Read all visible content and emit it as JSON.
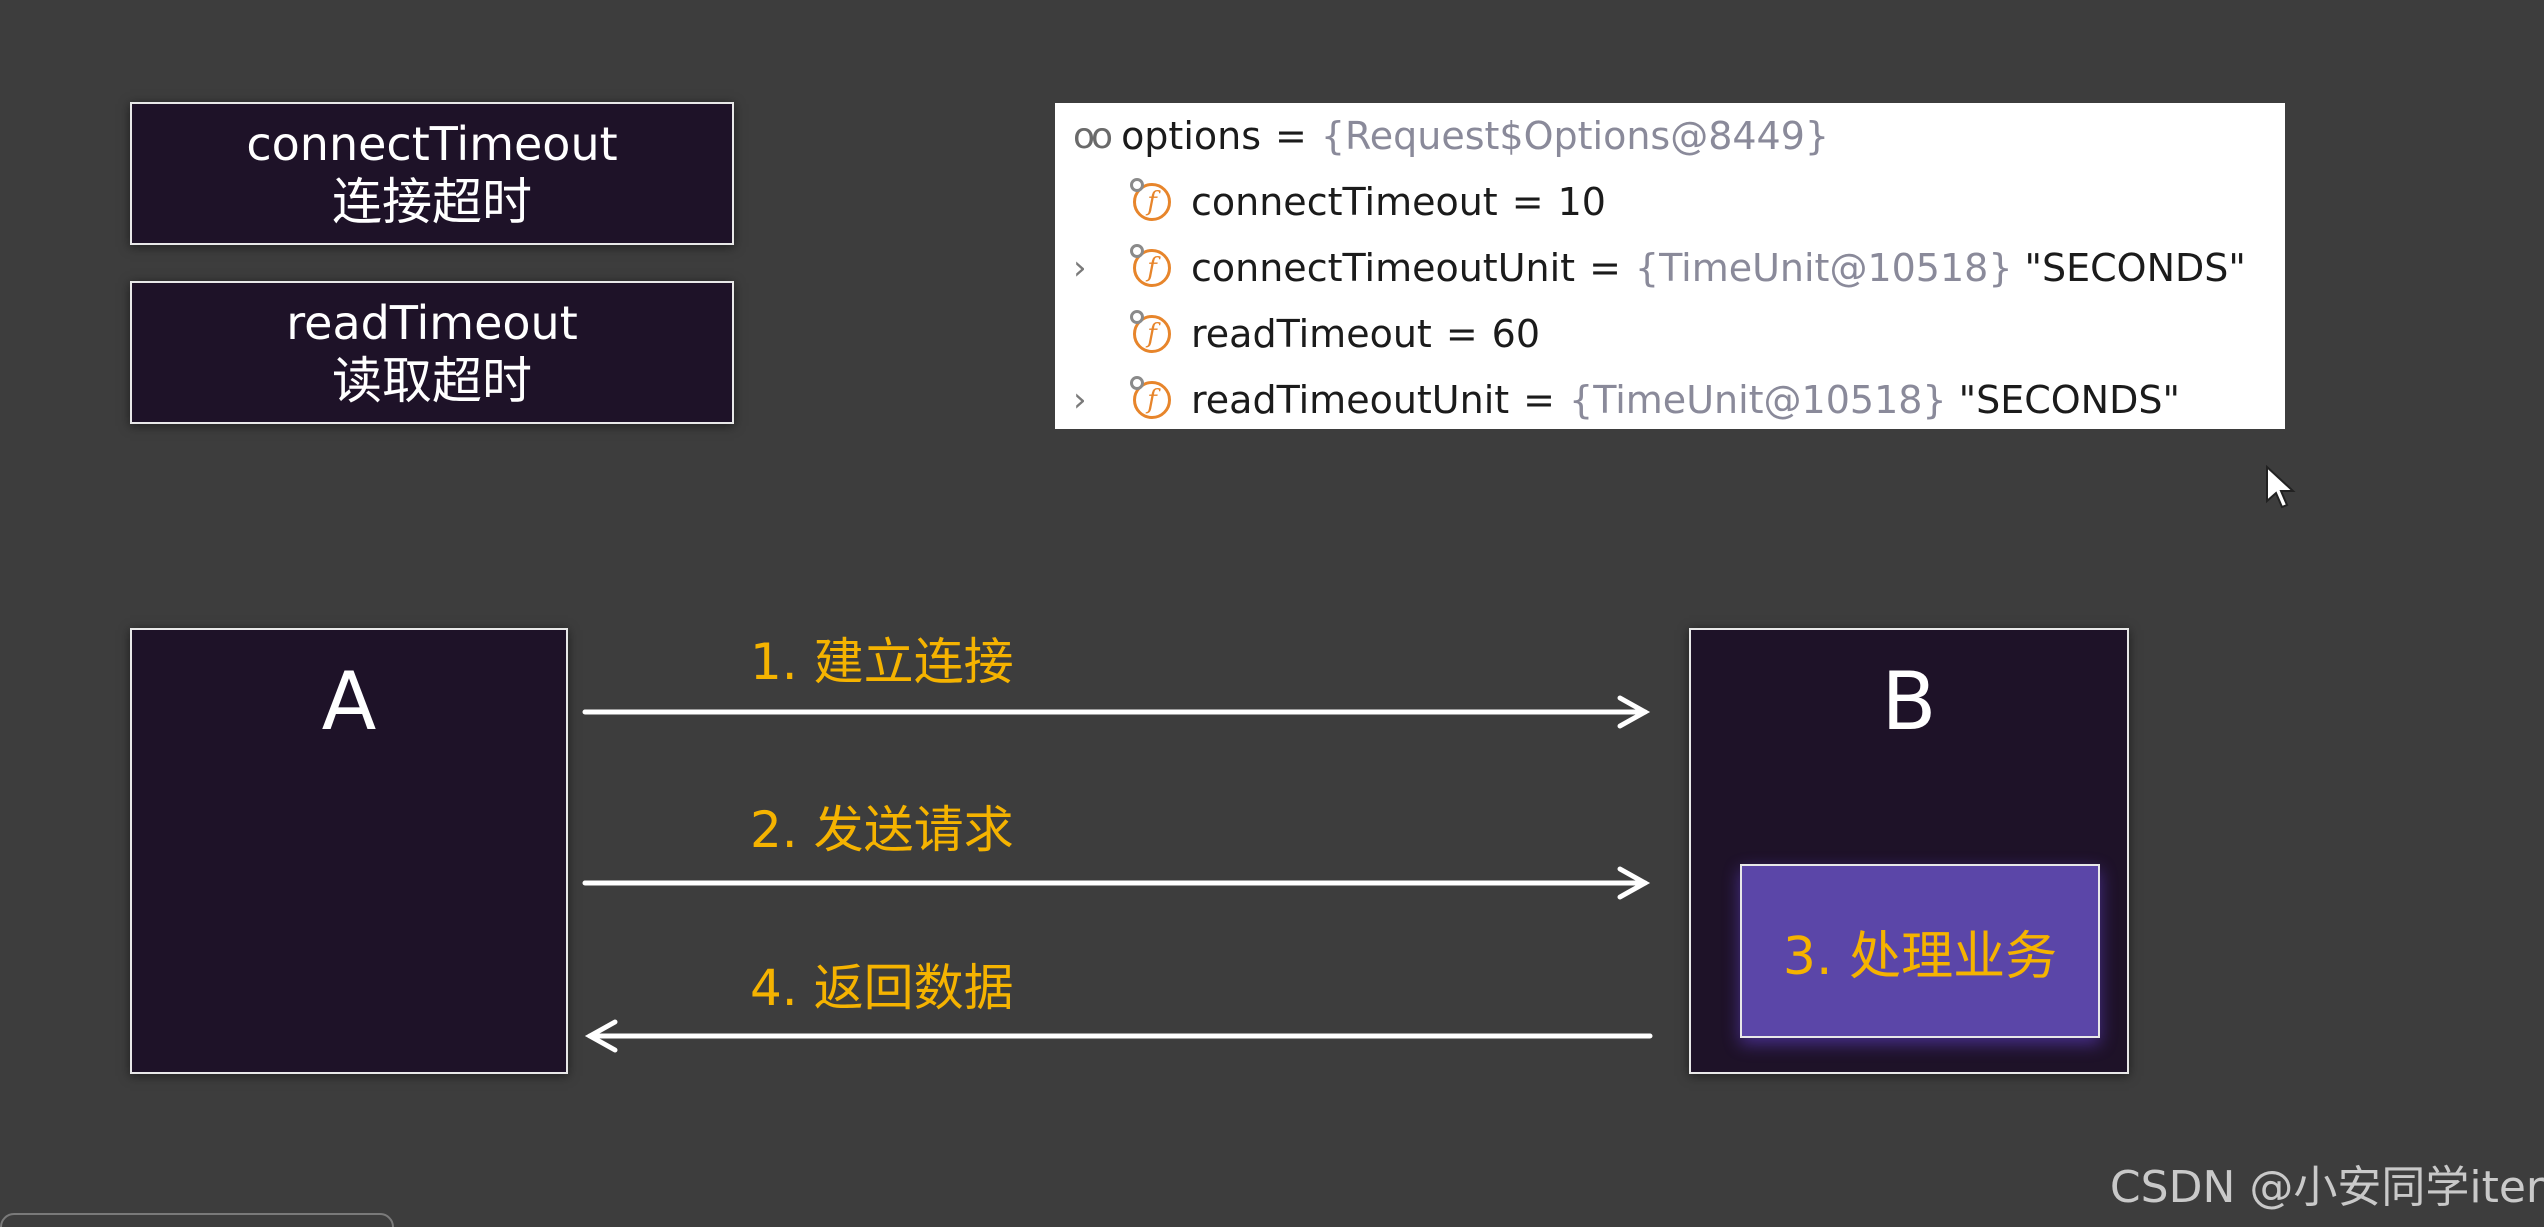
{
  "labels": {
    "connect": {
      "en": "connectTimeout",
      "zh": "连接超时"
    },
    "read": {
      "en": "readTimeout",
      "zh": "读取超时"
    }
  },
  "debug": {
    "root": {
      "name": "options",
      "eq": "=",
      "value": "{Request$Options@8449}"
    },
    "rows": [
      {
        "name": "connectTimeout",
        "eq": "=",
        "value": "10",
        "ref": "",
        "expandable": false
      },
      {
        "name": "connectTimeoutUnit",
        "eq": "=",
        "ref": "{TimeUnit@10518}",
        "value": "\"SECONDS\"",
        "expandable": true
      },
      {
        "name": "readTimeout",
        "eq": "=",
        "value": "60",
        "ref": "",
        "expandable": false
      },
      {
        "name": "readTimeoutUnit",
        "eq": "=",
        "ref": "{TimeUnit@10518}",
        "value": "\"SECONDS\"",
        "expandable": true
      }
    ],
    "field_icon_letter": "f",
    "expand_icon": "chevron-right-icon",
    "watch_icon": "glasses-icon"
  },
  "diagram": {
    "node_a": "A",
    "node_b": "B",
    "process": "3. 处理业务",
    "steps": {
      "step1": "1. 建立连接",
      "step2": "2. 发送请求",
      "step4": "4. 返回数据"
    }
  },
  "colors": {
    "background": "#3d3d3d",
    "box_fill": "#1e1228",
    "accent_orange": "#f5b300",
    "process_fill": "#5b46a8"
  },
  "watermark": "CSDN @小安同学iter"
}
